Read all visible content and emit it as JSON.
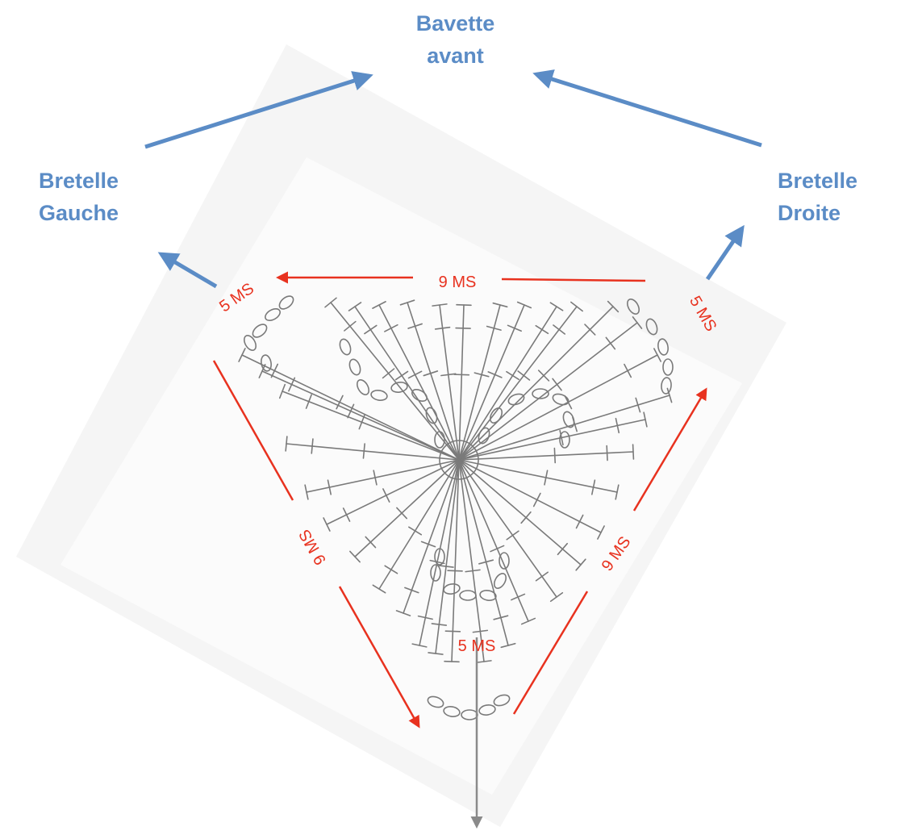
{
  "labels": {
    "top": {
      "line1": "Bavette",
      "line2": "avant"
    },
    "left": {
      "line1": "Bretelle",
      "line2": "Gauche"
    },
    "right": {
      "line1": "Bretelle",
      "line2": "Droite"
    }
  },
  "stitch_counts": {
    "top_edge": "9 MS",
    "left_edge": "9 MS",
    "right_edge": "9 MS",
    "corner_top_left": "5 MS",
    "corner_top_right": "5 MS",
    "corner_bottom": "5 MS"
  },
  "colors": {
    "label_blue": "#5b8cc6",
    "arrow_red": "#e8321f",
    "arrow_gray": "#8a8a8a",
    "pencil": "#7a7a7a"
  }
}
